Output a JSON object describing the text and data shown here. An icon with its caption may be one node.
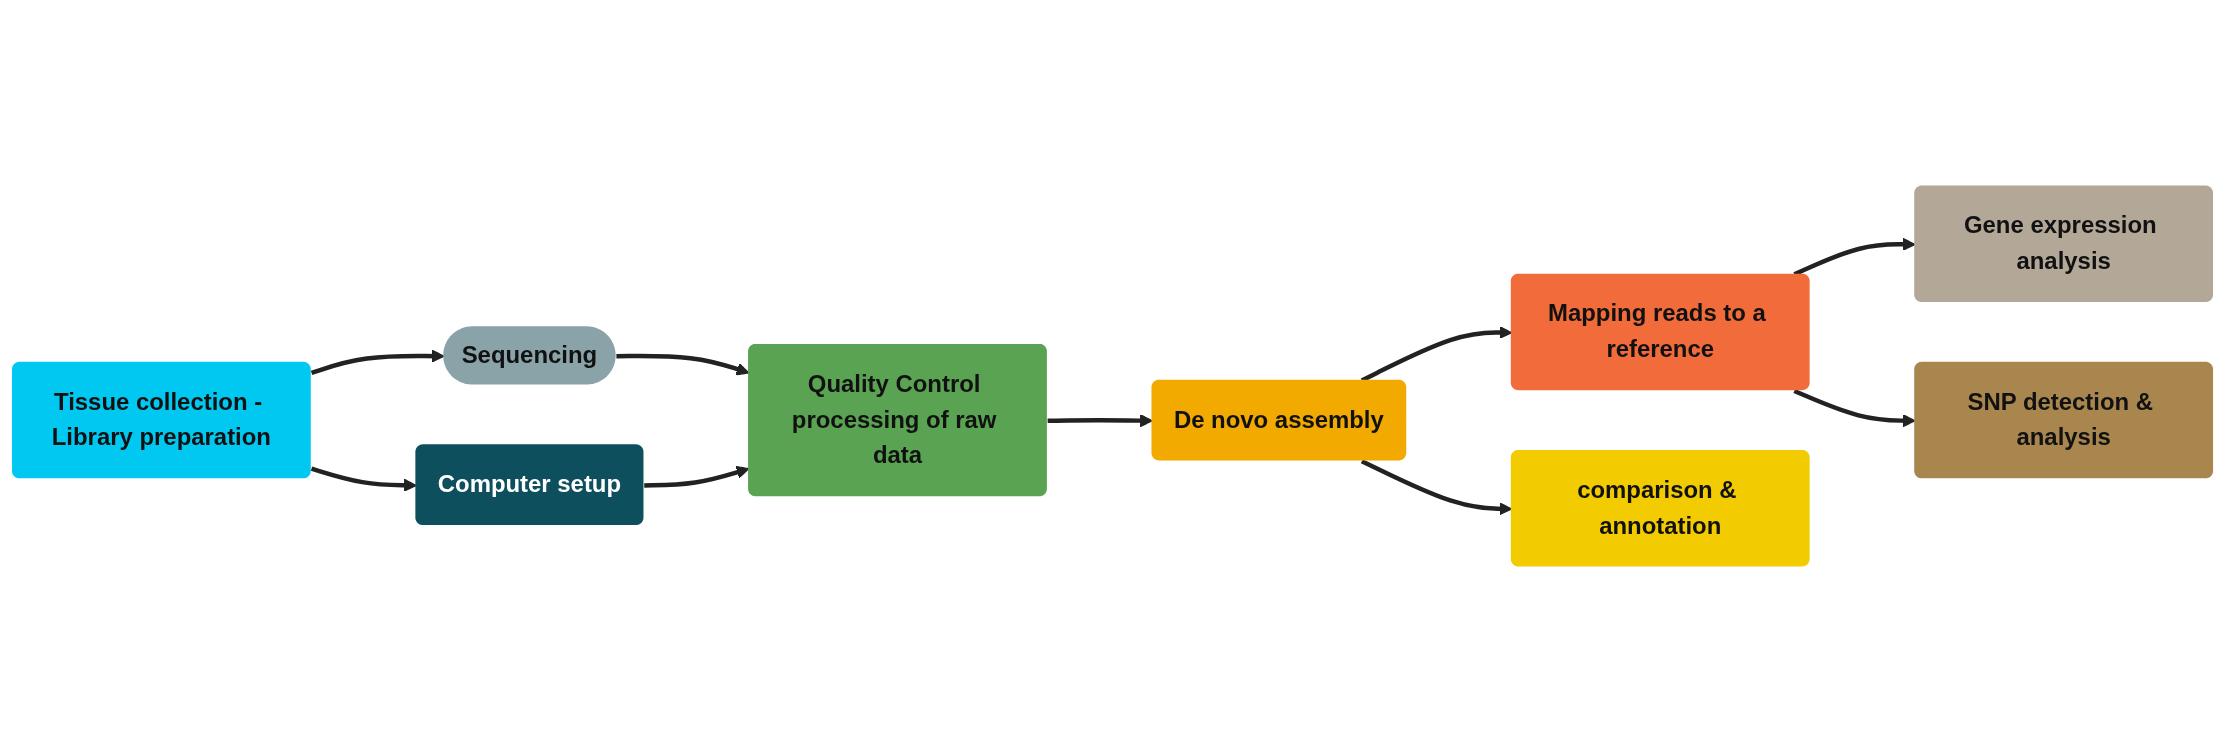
{
  "diagram": {
    "nodes": [
      {
        "text": [
          "Tissue collection - Library preparation"
        ]
      },
      {
        "text": [
          "Sequencing"
        ]
      },
      {
        "text": [
          "Computer setup"
        ]
      },
      {
        "text": [
          "Quality Control processing of raw data"
        ]
      },
      {
        "text": [
          "De novo assembly"
        ]
      },
      {
        "text": [
          "Mapping reads to a reference"
        ]
      },
      {
        "text": [
          "Gene expression analysis"
        ]
      },
      {
        "text": [
          "SNP detection & analysis"
        ]
      },
      {
        "text": [
          "comparison & annotation"
        ]
      }
    ],
    "edges": [
      {
        "from": 0,
        "to": 1,
        "arrow": "to"
      },
      {
        "from": 1,
        "to": 3,
        "arrow": "to"
      },
      {
        "from": 0,
        "to": 2,
        "arrow": "to"
      },
      {
        "from": 2,
        "to": 3,
        "arrow": "to"
      },
      {
        "from": 3,
        "to": 4,
        "arrow": "to"
      },
      {
        "from": 4,
        "to": 5,
        "arrow": "to"
      },
      {
        "from": 4,
        "to": 8,
        "arrow": "to"
      },
      {
        "from": 5,
        "to": 6,
        "arrow": "to"
      },
      {
        "from": 5,
        "to": 7,
        "arrow": "to"
      }
    ]
  }
}
